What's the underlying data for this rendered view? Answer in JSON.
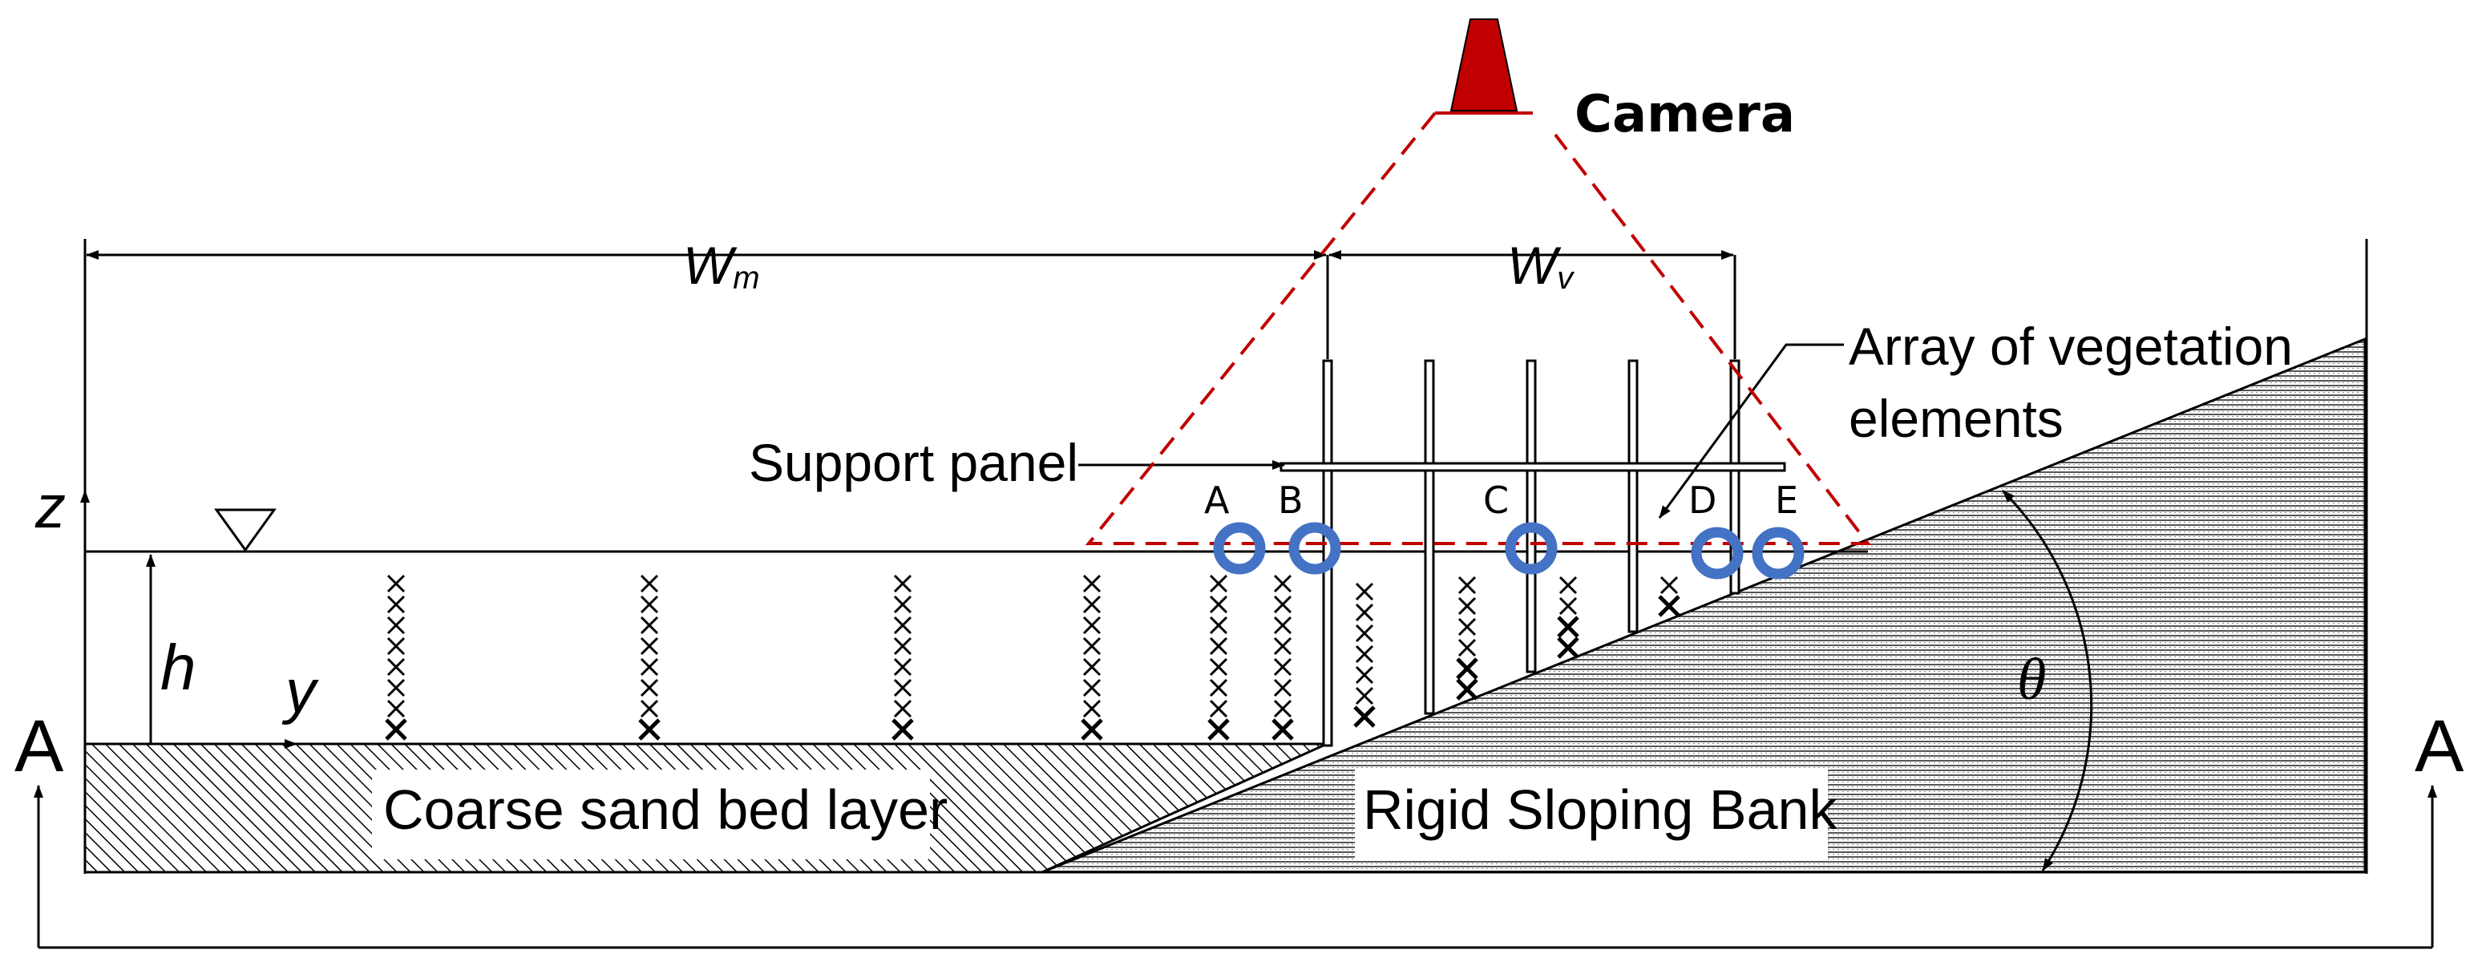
{
  "labels": {
    "camera": "Camera",
    "wm": "W",
    "wm_sub": "m",
    "wv": "W",
    "wv_sub": "v",
    "array": "Array of vegetation",
    "array2": "elements",
    "support": "Support panel",
    "z": "z",
    "h": "h",
    "y": "y",
    "theta": "θ",
    "section_left": "A",
    "section_right": "A",
    "sand": "Coarse sand bed layer",
    "bank": "Rigid Sloping Bank"
  },
  "points": {
    "a": "A",
    "b": "B",
    "c": "C",
    "d": "D",
    "e": "E"
  },
  "colors": {
    "camera_fill": "#c00000",
    "view_cone": "#c00000",
    "probe_ring": "#4472c4",
    "line": "#000000"
  }
}
